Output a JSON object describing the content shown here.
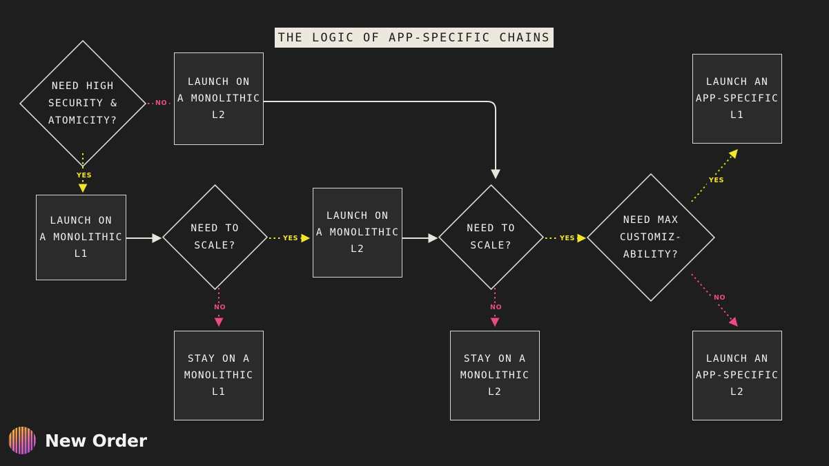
{
  "page": {
    "background_color": "#1e1e1e",
    "title": "THE LOGIC OF APP-SPECIFIC CHAINS",
    "title_bg_color": "#ece8de",
    "title_text_color": "#1c1c1c"
  },
  "palette": {
    "yes_color": "#f2e52e",
    "no_color": "#ec4a86",
    "node_stroke": "#d8d8d0",
    "node_fill": "#2b2b2b",
    "wire_color": "#e8e6dc",
    "text_color": "#f2f2ee"
  },
  "nodes": {
    "decision_security": {
      "type": "decision",
      "lines": [
        "NEED HIGH",
        "SECURITY &",
        "ATOMICITY?"
      ]
    },
    "box_launch_mono_l2_top": {
      "type": "process",
      "lines": [
        "LAUNCH ON",
        "A MONOLITHIC",
        "L2"
      ]
    },
    "box_launch_mono_l1": {
      "type": "process",
      "lines": [
        "LAUNCH ON",
        "A MONOLITHIC",
        "L1"
      ]
    },
    "decision_scale_1": {
      "type": "decision",
      "lines": [
        "NEED TO",
        "SCALE?"
      ]
    },
    "box_stay_mono_l1": {
      "type": "process",
      "lines": [
        "STAY ON A",
        "MONOLITHIC",
        "L1"
      ]
    },
    "box_launch_mono_l2_mid": {
      "type": "process",
      "lines": [
        "LAUNCH ON",
        "A MONOLITHIC",
        "L2"
      ]
    },
    "decision_scale_2": {
      "type": "decision",
      "lines": [
        "NEED TO",
        "SCALE?"
      ]
    },
    "box_stay_mono_l2": {
      "type": "process",
      "lines": [
        "STAY ON A",
        "MONOLITHIC",
        "L2"
      ]
    },
    "decision_customizability": {
      "type": "decision",
      "lines": [
        "NEED MAX",
        "CUSTOMIZ-",
        "ABILITY?"
      ]
    },
    "box_launch_app_l1": {
      "type": "process",
      "lines": [
        "LAUNCH AN",
        "APP-SPECIFIC",
        "L1"
      ]
    },
    "box_launch_app_l2": {
      "type": "process",
      "lines": [
        "LAUNCH AN",
        "APP-SPECIFIC",
        "L2"
      ]
    }
  },
  "edges": {
    "security_no": "NO",
    "security_yes": "YES",
    "scale1_yes": "YES",
    "scale1_no": "NO",
    "scale2_yes": "YES",
    "scale2_no": "NO",
    "custom_yes": "YES",
    "custom_no": "NO"
  },
  "footer": {
    "brand": "New Order"
  }
}
